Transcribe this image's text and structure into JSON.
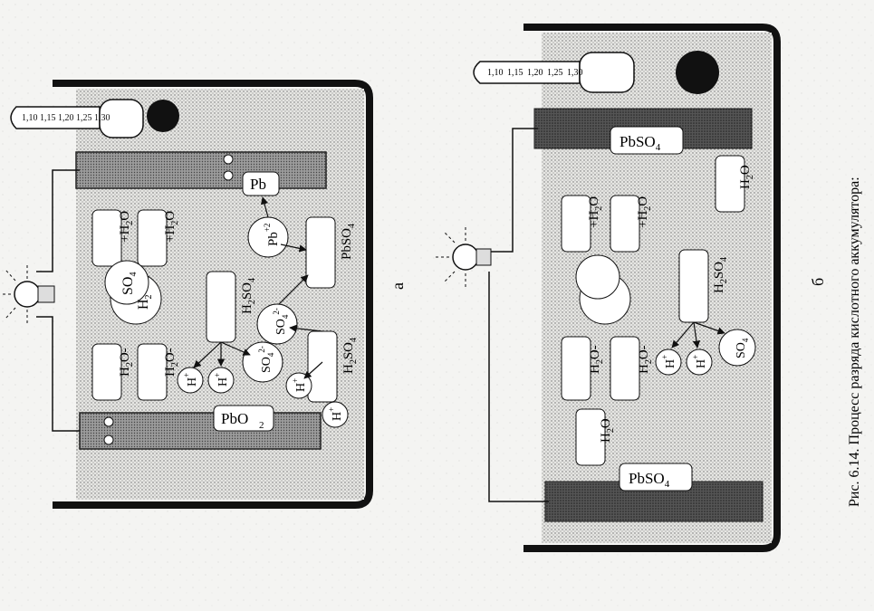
{
  "caption": "Рис. 6.14. Процесс разряда кислотного аккумулятора:",
  "panel_a": {
    "label": "а",
    "hydrometer_marks": [
      "1,10",
      "1,15",
      "1,20",
      "1,25",
      "1,30"
    ],
    "electrode_top": "Pb",
    "electrode_bottom": "PbO",
    "electrode_bottom_sub": "2",
    "ions": {
      "pb": "Pb",
      "pb_charge": "+2",
      "so4": "SO",
      "so4_sub": "4",
      "so4_charge": "2-",
      "h": "H",
      "h_charge": "+"
    },
    "molecules": {
      "h2so4_h": "H",
      "h2so4_sub": "2",
      "h2so4_rest": "SO",
      "h2so4_sub2": "4",
      "pbso4": "PbSO",
      "pbso4_sub": "4",
      "h2o_plus": "+H",
      "h2o_minus": "H",
      "h2o_sub": "2",
      "h2o_o_plus": "O",
      "h2o_o_minus": "O-"
    }
  },
  "panel_b": {
    "label": "б",
    "hydrometer_marks": [
      "1,10",
      "1,15",
      "1,20",
      "1,25",
      "1,30"
    ],
    "electrode_top": "PbSO",
    "electrode_top_sub": "4",
    "electrode_bottom": "PbSO",
    "electrode_bottom_sub": "4",
    "water": "H",
    "water_sub": "2",
    "water_o": "O"
  }
}
